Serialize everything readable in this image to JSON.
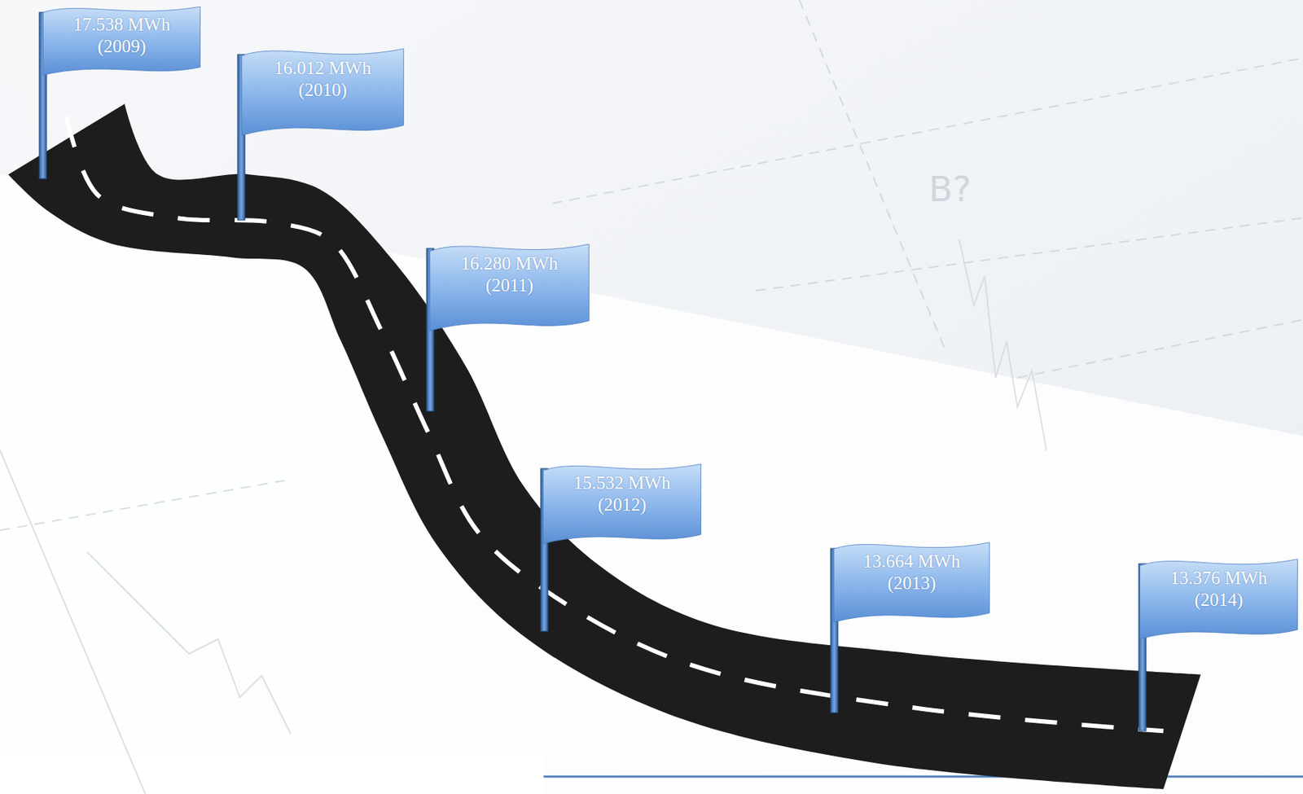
{
  "diagram": {
    "nodes": [
      {
        "text": [
          "17.538 MWh (2009)"
        ]
      },
      {
        "text": [
          "16.012 MWh (2010)"
        ]
      },
      {
        "text": [
          "16.280 MWh (2011)"
        ]
      },
      {
        "text": [
          "15.532 MWh (2012)"
        ]
      },
      {
        "text": [
          "13.664 MWh (2013)"
        ]
      },
      {
        "text": [
          "13.376 MWh (2014)"
        ]
      }
    ],
    "labels": [
      "B?"
    ]
  }
}
